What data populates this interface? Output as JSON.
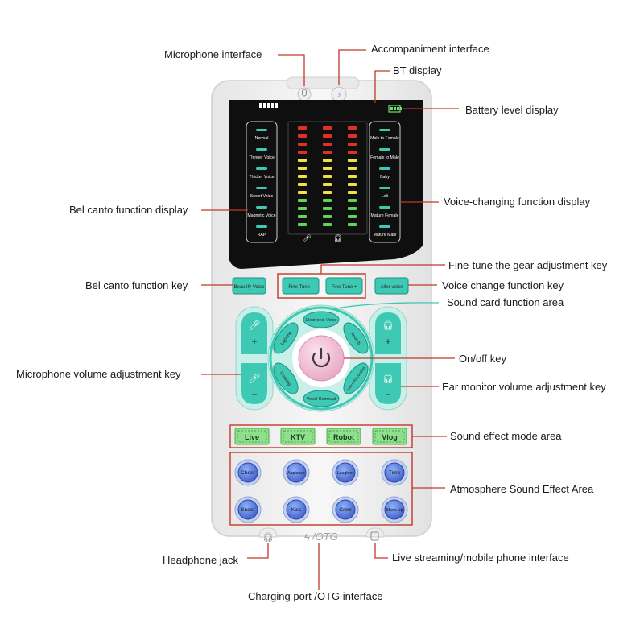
{
  "callouts": {
    "microphone_interface": "Microphone interface",
    "accompaniment_interface": "Accompaniment interface",
    "bt_display": "BT display",
    "battery_level_display": "Battery level display",
    "bel_canto_function_display": "Bel canto function display",
    "voice_changing_function_display": "Voice-changing function display",
    "fine_tune_key": "Fine-tune the gear adjustment key",
    "bel_canto_function_key": "Bel canto function key",
    "voice_change_function_key": "Voice change function key",
    "sound_card_function_area": "Sound card function area",
    "on_off_key": "On/off key",
    "microphone_volume_key": "Microphone volume adjustment key",
    "ear_monitor_volume_key": "Ear monitor volume adjustment key",
    "sound_effect_mode_area": "Sound effect mode area",
    "atmosphere_sound_effect_area": "Atmosphere Sound Effect Area",
    "headphone_jack": "Headphone jack",
    "live_streaming_interface": "Live streaming/mobile phone interface",
    "charging_port": "Charging port /OTG interface"
  },
  "device": {
    "bel_canto_modes": [
      "Normal",
      "Thinner Voice",
      "Thicker Voice",
      "Sweet Voice",
      "Magnetic Voice",
      "RAP"
    ],
    "voice_change_modes": [
      "Male to Female",
      "Female to Male",
      "Baby",
      "Loli",
      "Mature Female",
      "Mature Male"
    ],
    "keys": {
      "beautify_voice": "Beautify Voice",
      "fine_tune_minus": "Fine Tune -",
      "fine_tune_plus": "Fine Tune +",
      "alter_voice": "Alter voice"
    },
    "ring": {
      "electronic_voice": "Electronic Voice",
      "reverb": "Reverb",
      "voice_recording": "Voice Recording",
      "vocal_removal": "Vocal Removal",
      "ducking": "Ducking",
      "lighting": "Lighting"
    },
    "modes": [
      "Live",
      "KTV",
      "Robot",
      "Vlog"
    ],
    "atmosphere": [
      "Cheer",
      "Applause",
      "Laughter",
      "Time",
      "Sneer",
      "Kiss",
      "Crow",
      "Show Up"
    ],
    "otg_label": "/OTG"
  },
  "colors": {
    "accent": "#3ec9b4",
    "callout_line": "#c0392b",
    "atmosphere_button": "#4f72d4",
    "mode_button": "#8ee08c",
    "power_button": "#f1b8cf",
    "screen": "#0f0f0f"
  }
}
